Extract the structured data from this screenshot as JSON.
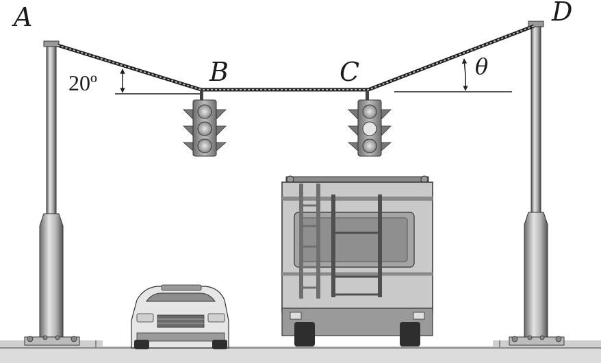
{
  "diagram": {
    "points": {
      "A": "A",
      "B": "B",
      "C": "C",
      "D": "D"
    },
    "angle_left": "20º",
    "angle_right": "θ",
    "colors": {
      "line": "#1f1f1f",
      "pole_light": "#d9d9d9",
      "pole_mid": "#9c9c9c",
      "pole_dark": "#4a4a4a",
      "signal_body": "#8f8f8f",
      "lamp": "#b3b3b3",
      "truck_body": "#c2c2c2",
      "ground": "#d4d4d4"
    }
  }
}
